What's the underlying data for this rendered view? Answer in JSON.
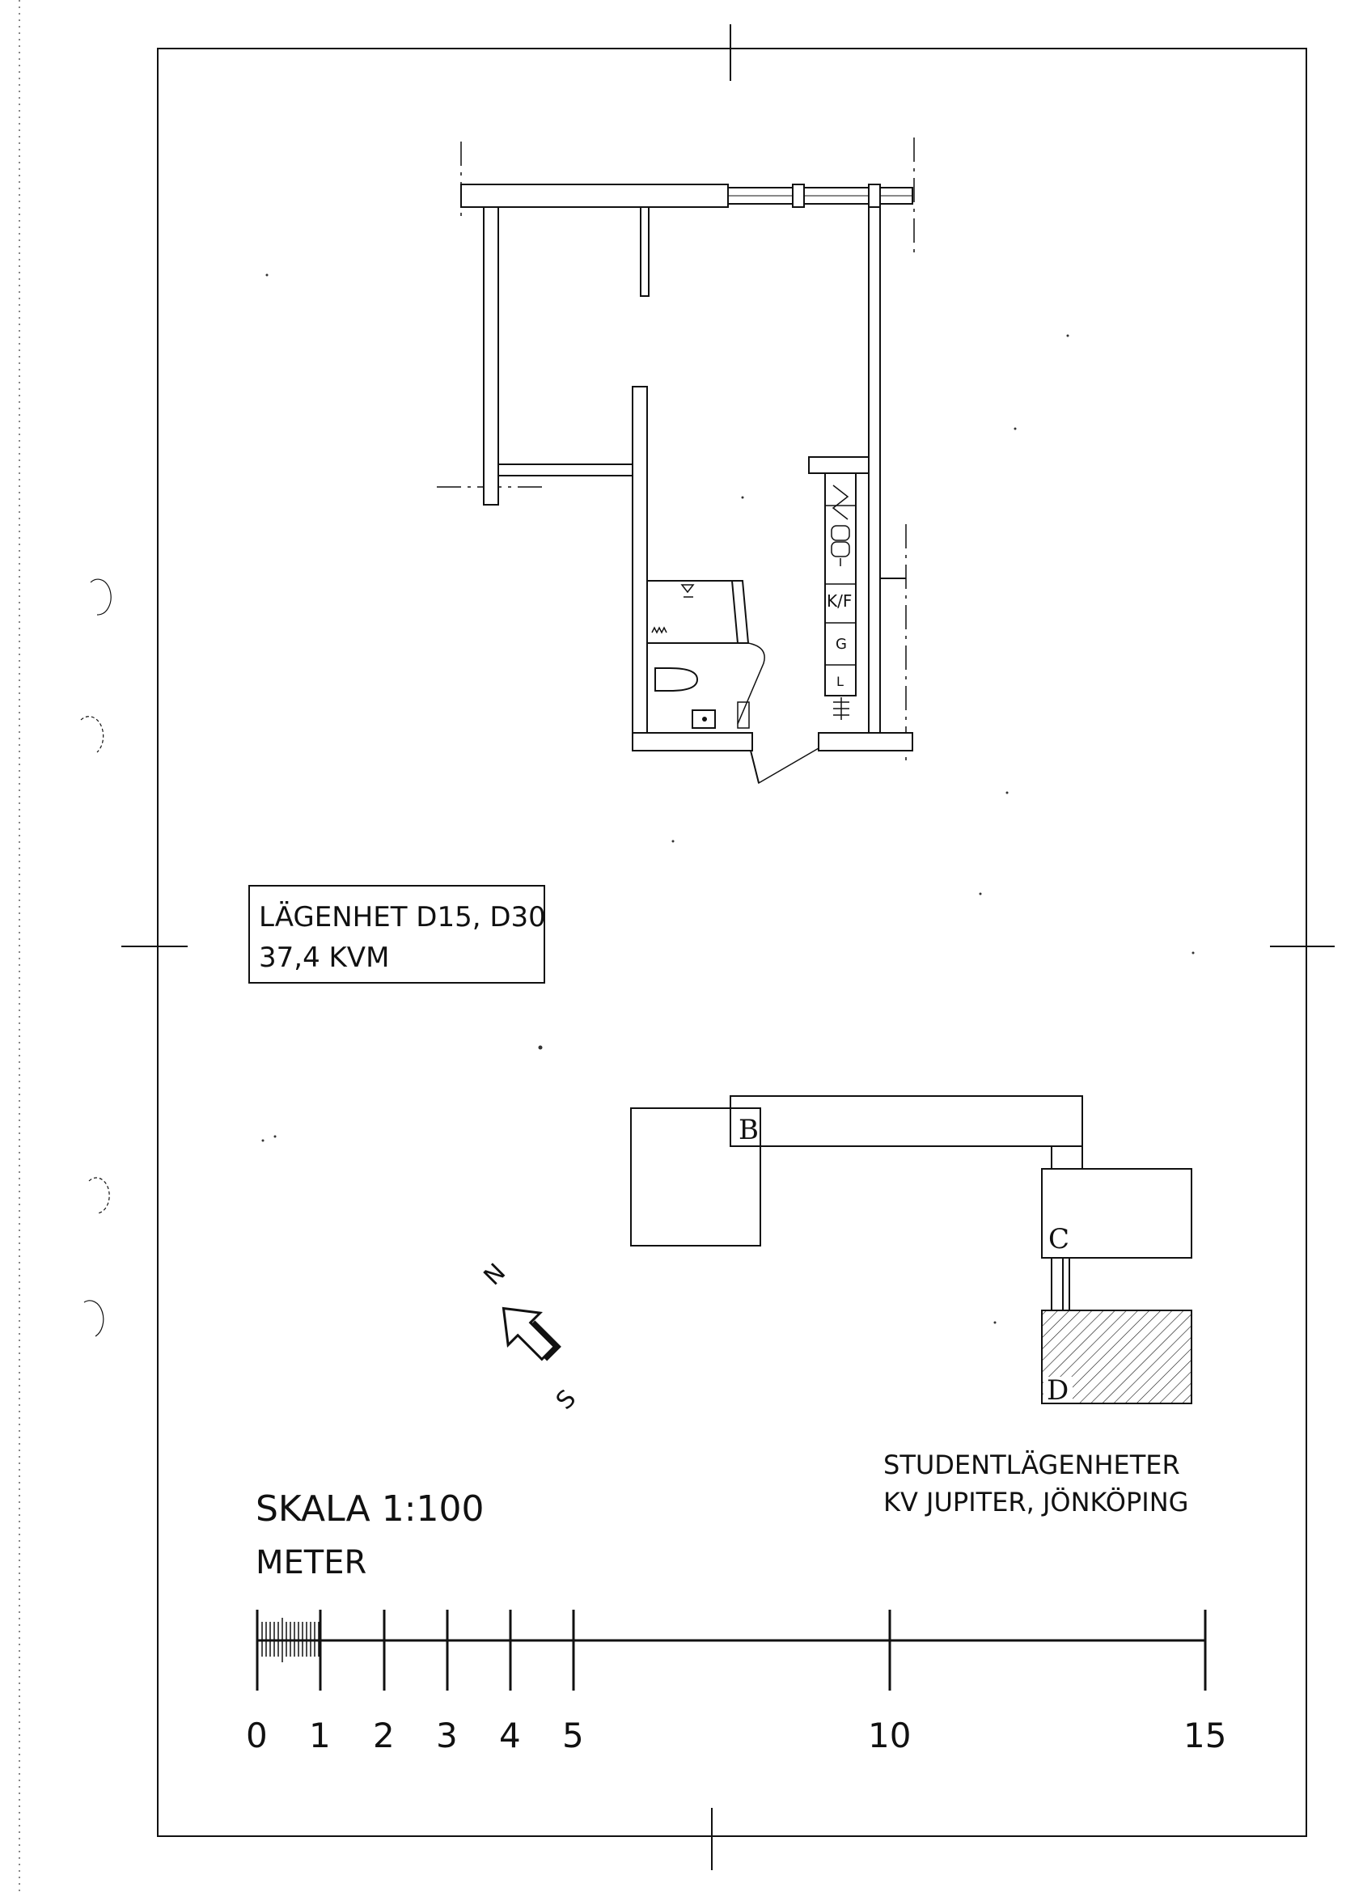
{
  "apartment_label": {
    "line1": "LÄGENHET D15, D30",
    "line2": "37,4 KVM"
  },
  "kitchen_labels": {
    "fridge_freezer": "K/F",
    "g": "G",
    "l": "L"
  },
  "site_plan": {
    "building_b": "B",
    "building_c": "C",
    "building_d": "D",
    "highlighted_building": "D"
  },
  "north_arrow": {
    "north": "N",
    "south": "S"
  },
  "project_title": {
    "line1": "STUDENTLÄGENHETER",
    "line2": "KV JUPITER, JÖNKÖPING"
  },
  "scale": {
    "title": "SKALA 1:100",
    "unit": "METER",
    "ticks": [
      "0",
      "1",
      "2",
      "3",
      "4",
      "5",
      "10",
      "15"
    ]
  }
}
